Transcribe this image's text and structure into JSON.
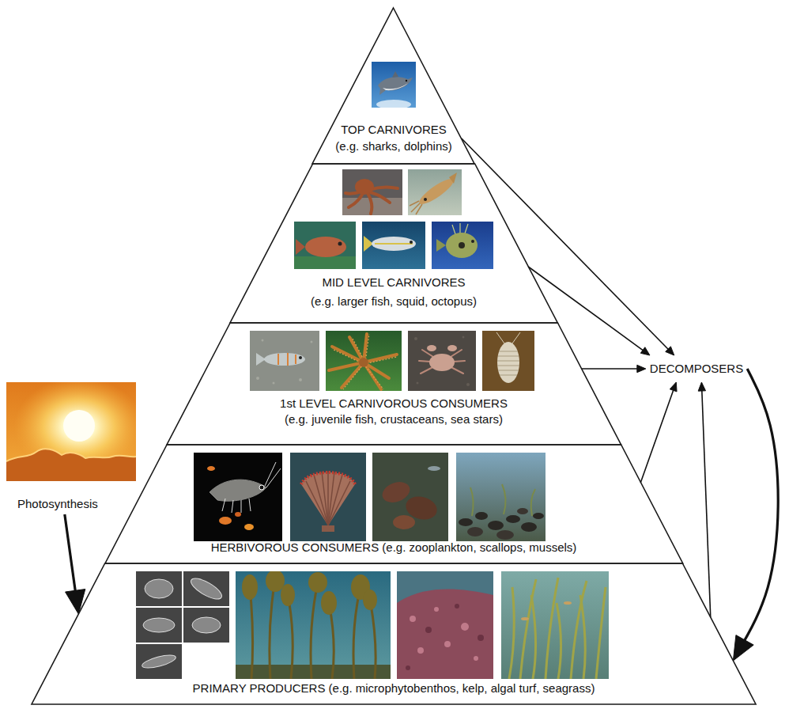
{
  "diagram": {
    "nodes": [
      {
        "text": [
          "TOP CARNIVORES",
          "(e.g. sharks, dolphins)"
        ]
      },
      {
        "text": [
          "MID LEVEL CARNIVORES",
          "(e.g. larger fish, squid, octopus)"
        ]
      },
      {
        "text": [
          "1st LEVEL CARNIVOROUS CONSUMERS",
          "(e.g. juvenile fish, crustaceans, sea stars)"
        ]
      },
      {
        "text": [
          "HERBIVOROUS CONSUMERS (e.g. zooplankton, scallops, mussels)"
        ]
      },
      {
        "text": [
          "PRIMARY PRODUCERS (e.g. microphytobenthos, kelp, algal turf, seagrass)"
        ]
      },
      {
        "text": [
          "DECOMPOSERS"
        ]
      },
      {
        "text": [
          "Photosynthesis"
        ]
      }
    ],
    "edges": [
      {
        "from": 0,
        "to": 5,
        "arrow": "to"
      },
      {
        "from": 1,
        "to": 5,
        "arrow": "to"
      },
      {
        "from": 2,
        "to": 5,
        "arrow": "to"
      },
      {
        "from": 3,
        "to": 5,
        "arrow": "to"
      },
      {
        "from": 4,
        "to": 5,
        "arrow": "to"
      },
      {
        "from": 5,
        "to": 4,
        "arrow": "to"
      },
      {
        "from": 6,
        "to": 4,
        "arrow": "to"
      }
    ]
  }
}
